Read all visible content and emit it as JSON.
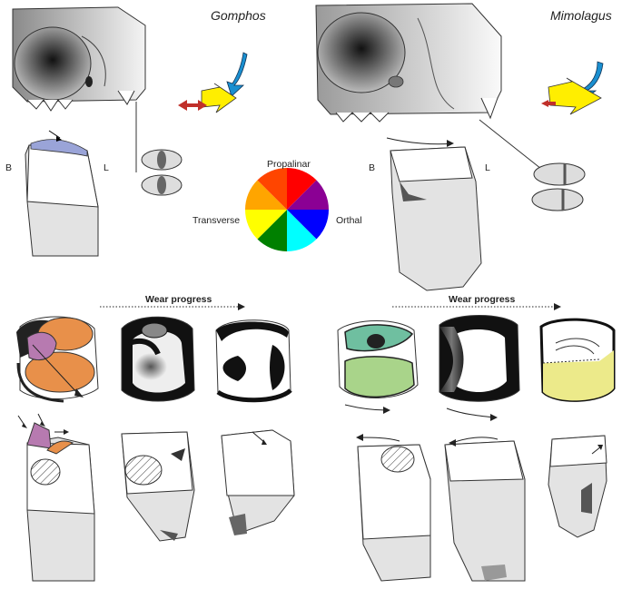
{
  "taxa": {
    "left": "Gomphos",
    "right": "Mimolagus"
  },
  "wheel": {
    "labels": {
      "top": "Propalinar",
      "left": "Transverse",
      "right": "Orthal"
    },
    "colors": [
      "#ff0000",
      "#8b0094",
      "#0000ff",
      "#00ffff",
      "#008000",
      "#ffff00",
      "#ffa500",
      "#ff4500"
    ]
  },
  "tooth_sides": {
    "buccal": "B",
    "lingual": "L"
  },
  "wear_progress": "Wear progress",
  "colors": {
    "arrow_blue": "#1a8fd0",
    "arrow_yellow": "#ffee00",
    "arrow_red": "#c0302a",
    "wear_blue": "#9aa4d8",
    "wear_purple": "#b77ab0",
    "wear_orange": "#e8904a",
    "wear_green": "#a9d48a",
    "wear_teal": "#6fbfa0",
    "wear_yellow": "#ecea8a",
    "root_gray": "#e3e3e3",
    "enamel": "#111111"
  }
}
